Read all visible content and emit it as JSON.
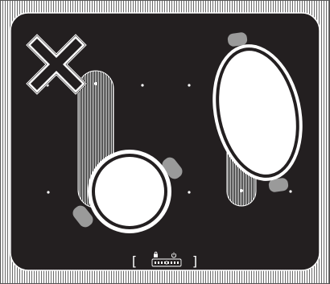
{
  "figure": {
    "description_icon": "crossed-out-x-icon",
    "cookware": [
      {
        "id": "left-pot",
        "shape": "round-with-handles"
      },
      {
        "id": "right-pan",
        "shape": "oval-with-handles"
      }
    ],
    "zones": [
      {
        "id": "left-vertical-zone"
      },
      {
        "id": "right-vertical-zone"
      }
    ],
    "control_panel": {
      "left_bracket": "[",
      "right_bracket": "]",
      "icons": [
        "lock-icon",
        "power-icon",
        "slider-icon"
      ]
    }
  },
  "colors": {
    "glass": "#231f20",
    "frame": "#ffffff",
    "marks": "#ffffff",
    "handle": "#9a9a9a"
  }
}
